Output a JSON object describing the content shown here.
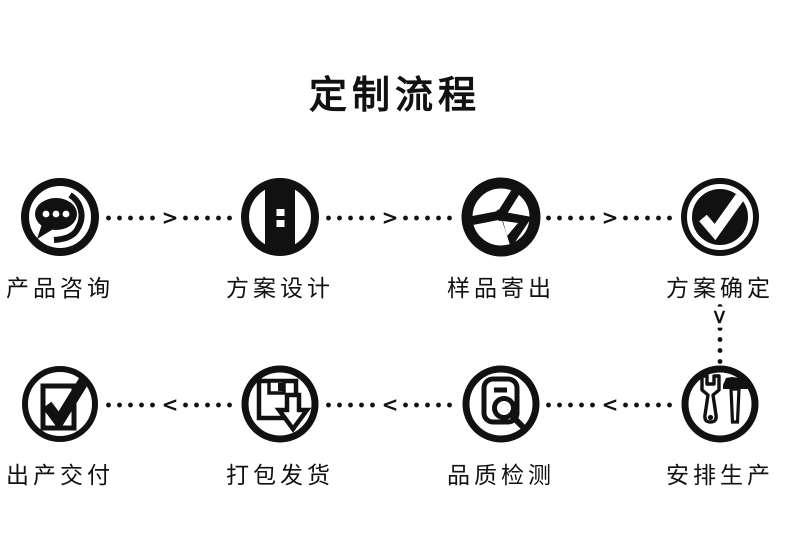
{
  "title": "定制流程",
  "steps": [
    {
      "label": "产品咨询",
      "icon": "chat-bubbles-icon"
    },
    {
      "label": "方案设计",
      "icon": "design-document-icon"
    },
    {
      "label": "样品寄出",
      "icon": "sample-send-icon"
    },
    {
      "label": "方案确定",
      "icon": "confirm-check-icon"
    },
    {
      "label": "安排生产",
      "icon": "tools-icon"
    },
    {
      "label": "品质检测",
      "icon": "quality-inspect-icon"
    },
    {
      "label": "打包发货",
      "icon": "package-arrow-icon"
    },
    {
      "label": "出产交付",
      "icon": "delivery-check-icon"
    }
  ],
  "glyphs": {
    "chevron_right": ">",
    "chevron_left": "<",
    "chevron_down": ">"
  },
  "colors": {
    "ink": "#111111",
    "background": "#ffffff"
  }
}
